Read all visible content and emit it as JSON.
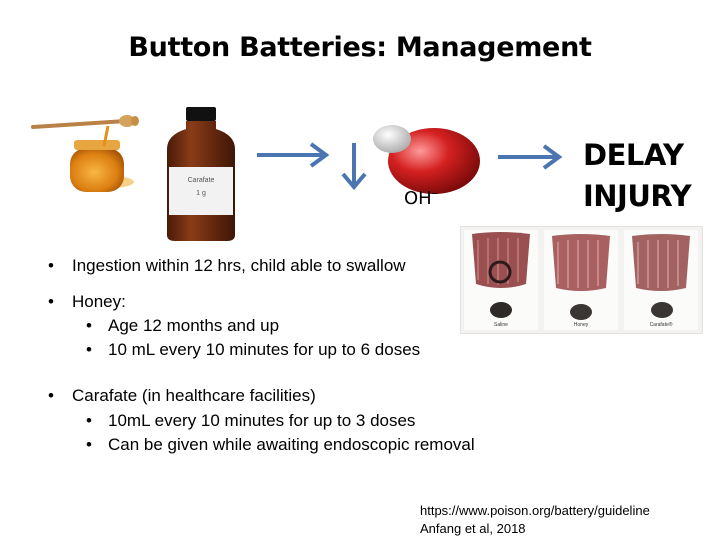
{
  "slide": {
    "title": "Button Batteries: Management",
    "carafate_bottle": {
      "label_line1": "Carafate",
      "label_line2": "1 g"
    },
    "hydroxide_label": "OH",
    "hydroxide_charge": "–",
    "result": {
      "line1": "DELAY",
      "line2": "INJURY"
    },
    "bullets": [
      {
        "text": "Ingestion within 12 hrs, child able to swallow",
        "sub": []
      },
      {
        "text": "Honey:",
        "sub": [
          "Age 12 months and up",
          "10 mL every 10 minutes for up to 6 doses"
        ]
      },
      {
        "text": "Carafate (in healthcare facilities)",
        "sub": [
          "10mL every 10 minutes for up to 3 doses",
          "Can be given while awaiting endoscopic removal"
        ]
      }
    ],
    "photo_labels": [
      "Saline",
      "Honey",
      "Carafate®"
    ],
    "references": {
      "url": "https://www.poison.org/battery/guideline",
      "citation": "Anfang et al, 2018"
    },
    "colors": {
      "arrow": "#4a75b0",
      "bottle": "#6b2a12",
      "sphere": "#c41b1b",
      "honey": "#e08a1a"
    }
  }
}
